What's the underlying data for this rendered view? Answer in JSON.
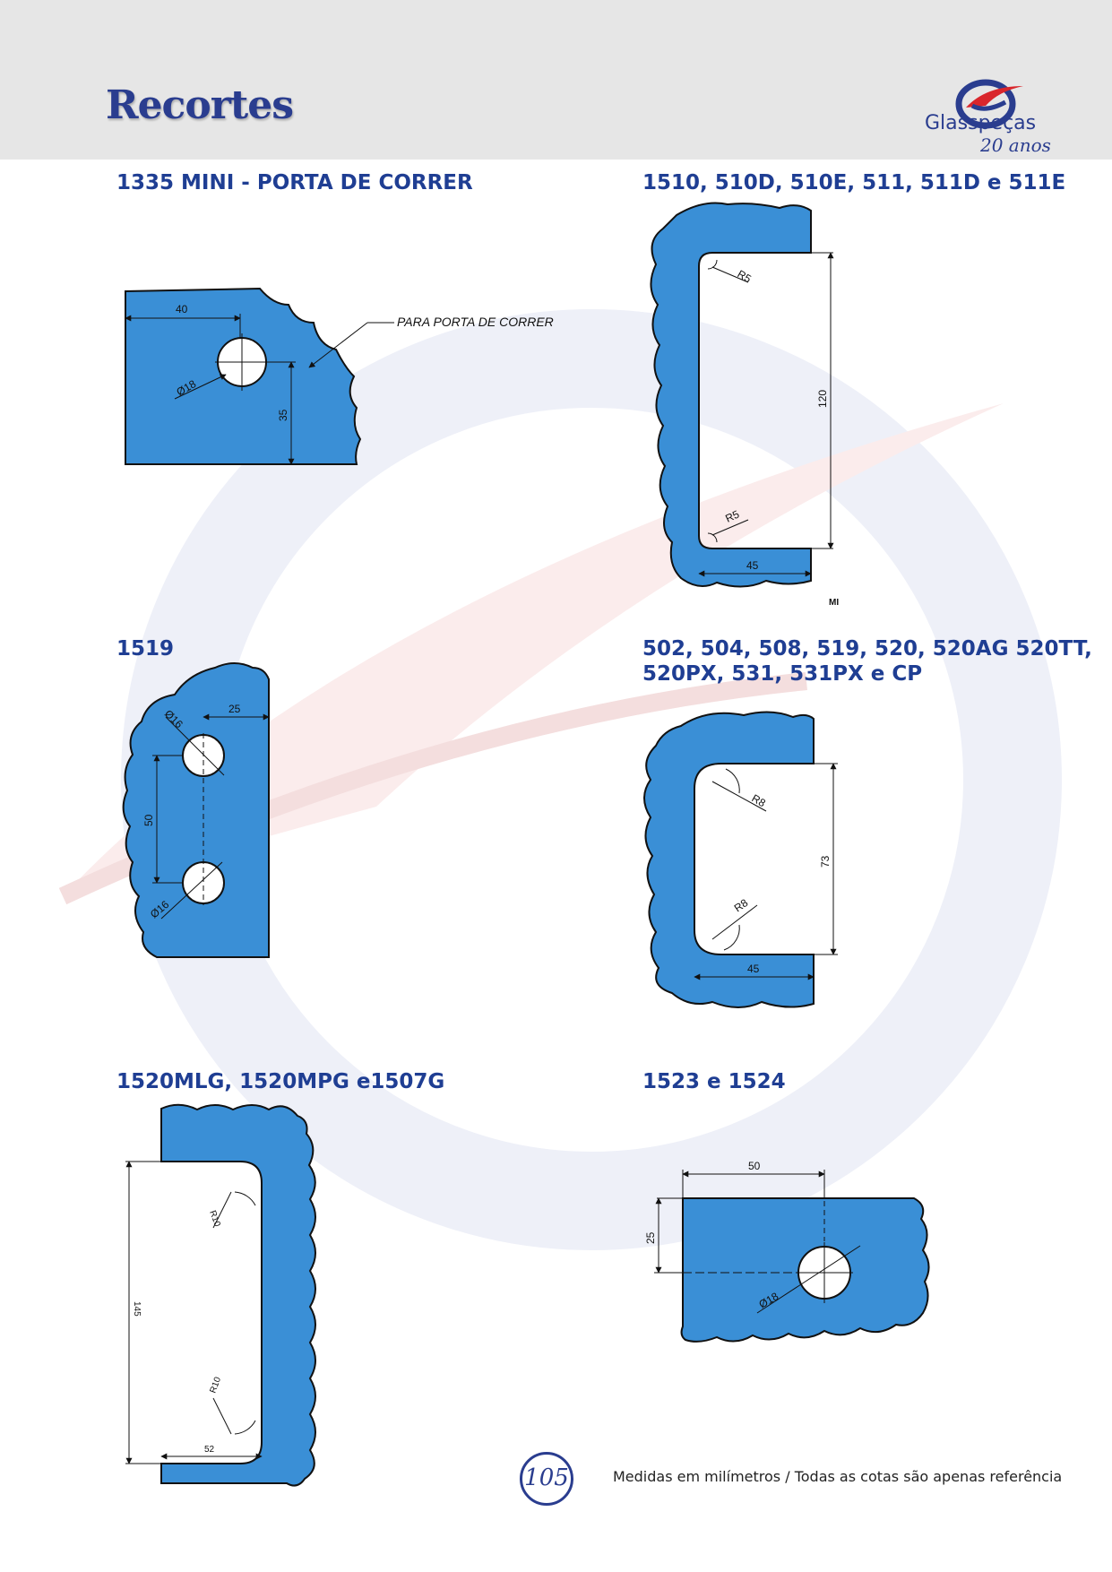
{
  "header": {
    "title": "Recortes",
    "logo_name": "Glasspeças",
    "logo_tagline": "20 anos"
  },
  "colors": {
    "glass": "#3a8fd6",
    "brand_blue": "#2a3d8f",
    "brand_red": "#d9262c"
  },
  "sections": [
    {
      "title": "1335 MINI - PORTA DE CORRER",
      "labels": {
        "dim_width": "40",
        "dim_height": "35",
        "dim_diameter": "Ø18",
        "note": "PARA PORTA DE CORRER"
      }
    },
    {
      "title": "1510, 510D, 510E, 511, 511D e 511E",
      "labels": {
        "radius_top": "R5",
        "radius_bottom": "R5",
        "dim_height": "120",
        "dim_width": "45",
        "mark": "MI"
      }
    },
    {
      "title": "1519",
      "labels": {
        "dim_width": "25",
        "dim_height": "50",
        "diameter_top": "Ø16",
        "diameter_bottom": "Ø16"
      }
    },
    {
      "title": "502, 504, 508, 519, 520, 520AG 520TT,",
      "title_line2": "520PX, 531, 531PX e CP",
      "labels": {
        "radius_top": "R8",
        "radius_bottom": "R8",
        "dim_height": "73",
        "dim_width": "45"
      }
    },
    {
      "title": "1520MLG, 1520MPG e1507G",
      "labels": {
        "radius_top": "R10",
        "radius_bottom": "R10",
        "dim_height": "145",
        "dim_width": "52"
      }
    },
    {
      "title": "1523 e 1524",
      "labels": {
        "dim_width": "50",
        "dim_height": "25",
        "dim_diameter": "Ø18"
      }
    }
  ],
  "footer": {
    "page_number": "105",
    "note": "Medidas em milímetros / Todas as cotas são apenas referência"
  }
}
